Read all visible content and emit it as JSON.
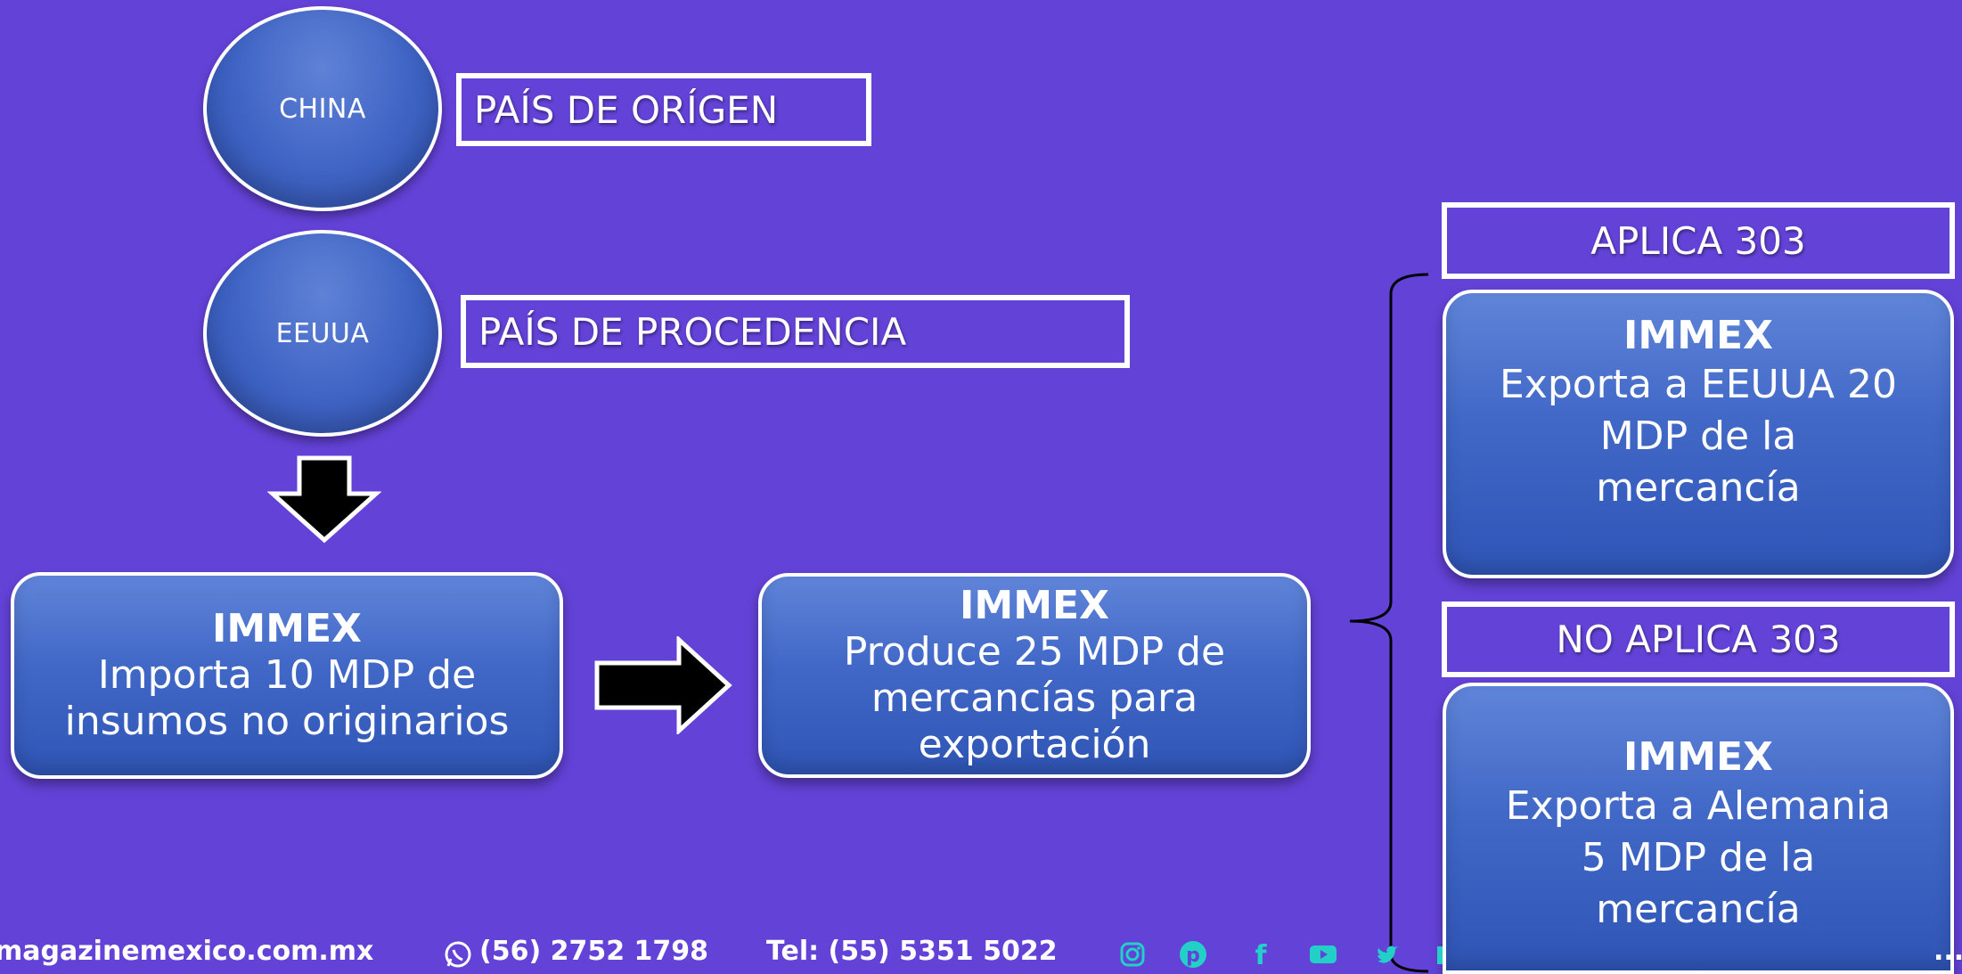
{
  "nodes": {
    "china": "CHINA",
    "eeuua": "EEUUA"
  },
  "labels": {
    "pais_origen": "PAÍS DE ORÍGEN",
    "pais_procedencia": "PAÍS DE PROCEDENCIA",
    "aplica": "APLICA 303",
    "no_aplica": "NO APLICA 303"
  },
  "cards": {
    "importa": {
      "title": "IMMEX",
      "body": "Importa 10 MDP de\ninsumos no originarios"
    },
    "produce": {
      "title": "IMMEX",
      "body": "Produce 25 MDP de\nmercancías para\nexportación"
    },
    "exporta_eeuua": {
      "title": "IMMEX",
      "body": "Exporta a EEUUA 20\nMDP de la\nmercancía"
    },
    "exporta_alemania": {
      "title": "IMMEX",
      "body": "Exporta a Alemania\n5 MDP de la\nmercancía"
    }
  },
  "footer": {
    "website": "magazinemexico.com.mx",
    "whatsapp": "(56) 2752 1798",
    "tel": "Tel: (55) 5351 5022",
    "trailing": "...n"
  },
  "colors": {
    "background": "#6342d7",
    "card": "#4168c7",
    "social_icons": "#22d0c7"
  },
  "icons": [
    "instagram-icon",
    "pinterest-icon",
    "facebook-icon",
    "youtube-icon",
    "twitter-icon",
    "linkedin-icon"
  ]
}
